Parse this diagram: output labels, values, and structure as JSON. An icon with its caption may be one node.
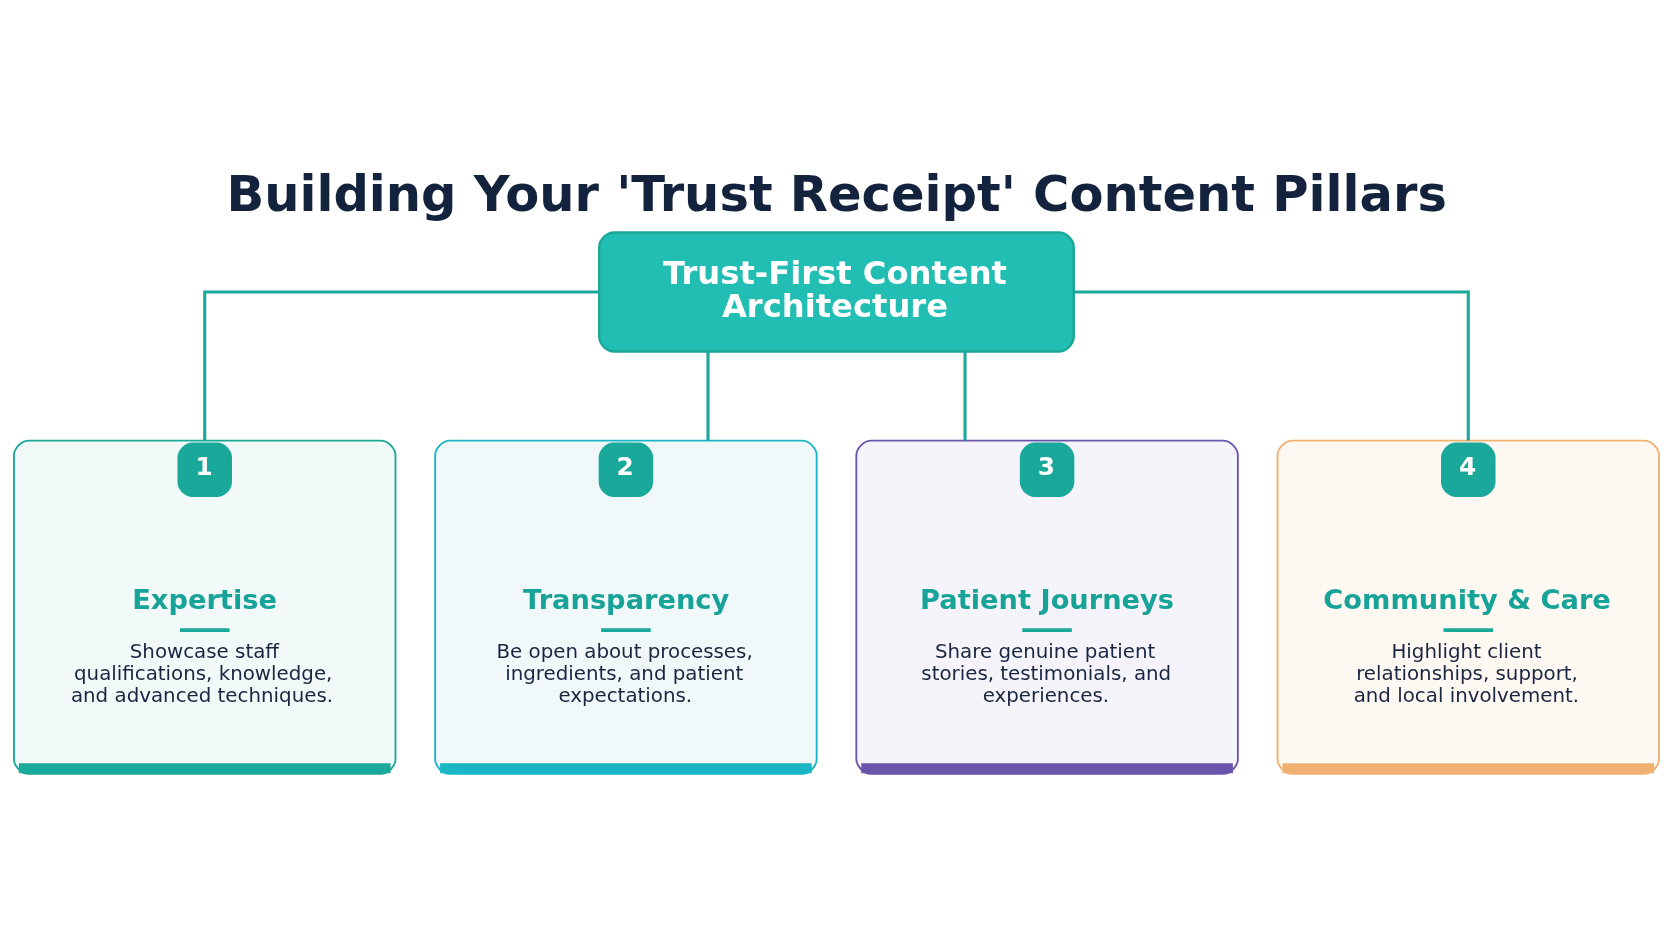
{
  "diagram": {
    "title": "Building Your 'Trust Receipt' Content Pillars",
    "nodes": [
      {
        "text": [
          "Trust-First Content Architecture"
        ]
      },
      {
        "text": [
          "1",
          "Expertise",
          "Showcase staff qualifications, knowledge, and advanced techniques."
        ]
      },
      {
        "text": [
          "2",
          "Transparency",
          "Be open about processes, ingredients, and patient expectations."
        ]
      },
      {
        "text": [
          "3",
          "Patient Journeys",
          "Share genuine patient stories, testimonials, and experiences."
        ]
      },
      {
        "text": [
          "4",
          "Community & Care",
          "Highlight client relationships, support, and local involvement."
        ]
      }
    ],
    "edges": [
      {
        "from": 0,
        "to": 1,
        "arrow": "none"
      },
      {
        "from": 0,
        "to": 2,
        "arrow": "none"
      },
      {
        "from": 0,
        "to": 3,
        "arrow": "none"
      },
      {
        "from": 0,
        "to": 4,
        "arrow": "none"
      }
    ]
  }
}
